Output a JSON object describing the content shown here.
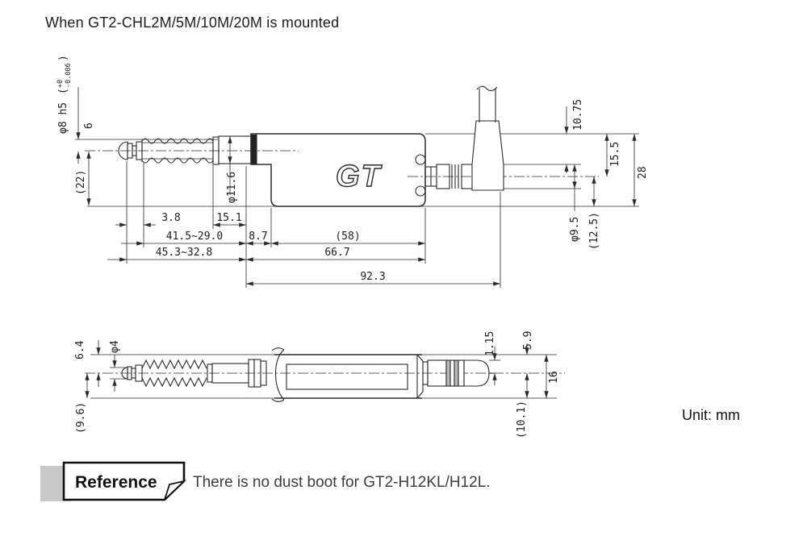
{
  "title": "When GT2-CHL2M/5M/10M/20M is mounted",
  "unit_label": "Unit: mm",
  "logo_text": "GT",
  "reference": {
    "label": "Reference",
    "note": "There is no dust boot for GT2-H12KL/H12L."
  },
  "top_view": {
    "spindle_label": "φ8 h5",
    "tol_open": "(",
    "tol_upper": "+0",
    "tol_lower": "-0.006",
    "tol_close": ")",
    "dims": {
      "top_offset": "6",
      "side_height": "(22)",
      "barrel_dia": "φ11.6",
      "tip_len": "3.8",
      "collar_len": "15.1",
      "stroke_upper": "41.5~29.0",
      "gap": "8.7",
      "body_len": "(58)",
      "stroke_lower": "45.3~32.8",
      "front_len": "66.7",
      "total_len": "92.3",
      "cable_offset": "10.75",
      "upper_height": "15.5",
      "height": "28",
      "connector_dia": "φ9.5",
      "lower_height": "(12.5)"
    }
  },
  "bottom_view": {
    "dims": {
      "upper_width": "6.4",
      "tip_dia": "φ4",
      "lower_width": "(9.6)",
      "pin_offset": "1.15",
      "conn_upper": "5.9",
      "width": "16",
      "conn_lower": "(10.1)"
    }
  }
}
